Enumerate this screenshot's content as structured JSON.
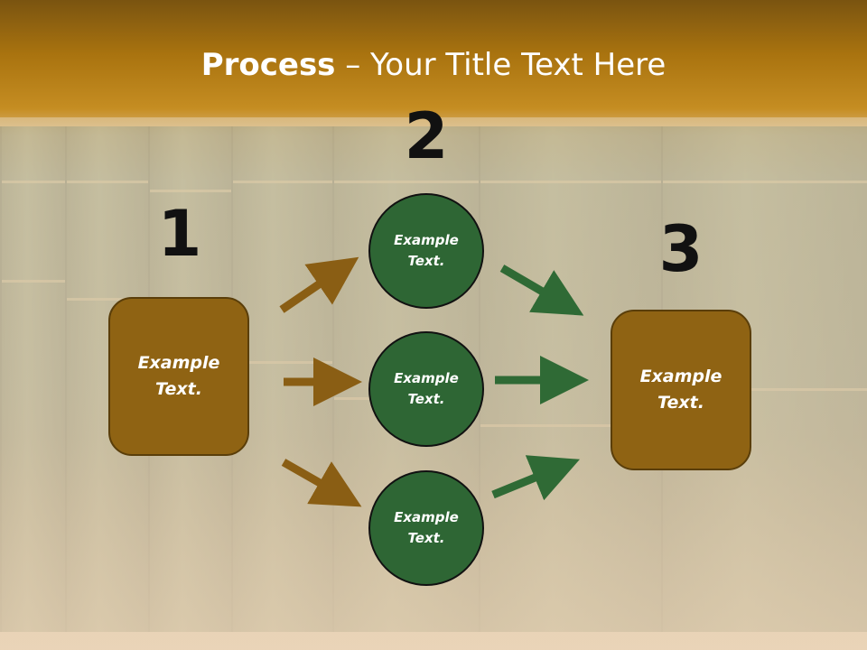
{
  "title": {
    "bold": "Process",
    "rest": " – Your Title Text Here"
  },
  "steps": [
    {
      "number": "1",
      "text_line1": "Example",
      "text_line2": "Text."
    },
    {
      "number": "2"
    },
    {
      "number": "3",
      "text_line1": "Example",
      "text_line2": "Text."
    }
  ],
  "circles": [
    {
      "text_line1": "Example",
      "text_line2": "Text."
    },
    {
      "text_line1": "Example",
      "text_line2": "Text."
    },
    {
      "text_line1": "Example",
      "text_line2": "Text."
    }
  ],
  "colors": {
    "box": "#8f6313",
    "circle": "#2e6634",
    "arrow_left": "#8a5e14",
    "arrow_right": "#2f6a35"
  }
}
